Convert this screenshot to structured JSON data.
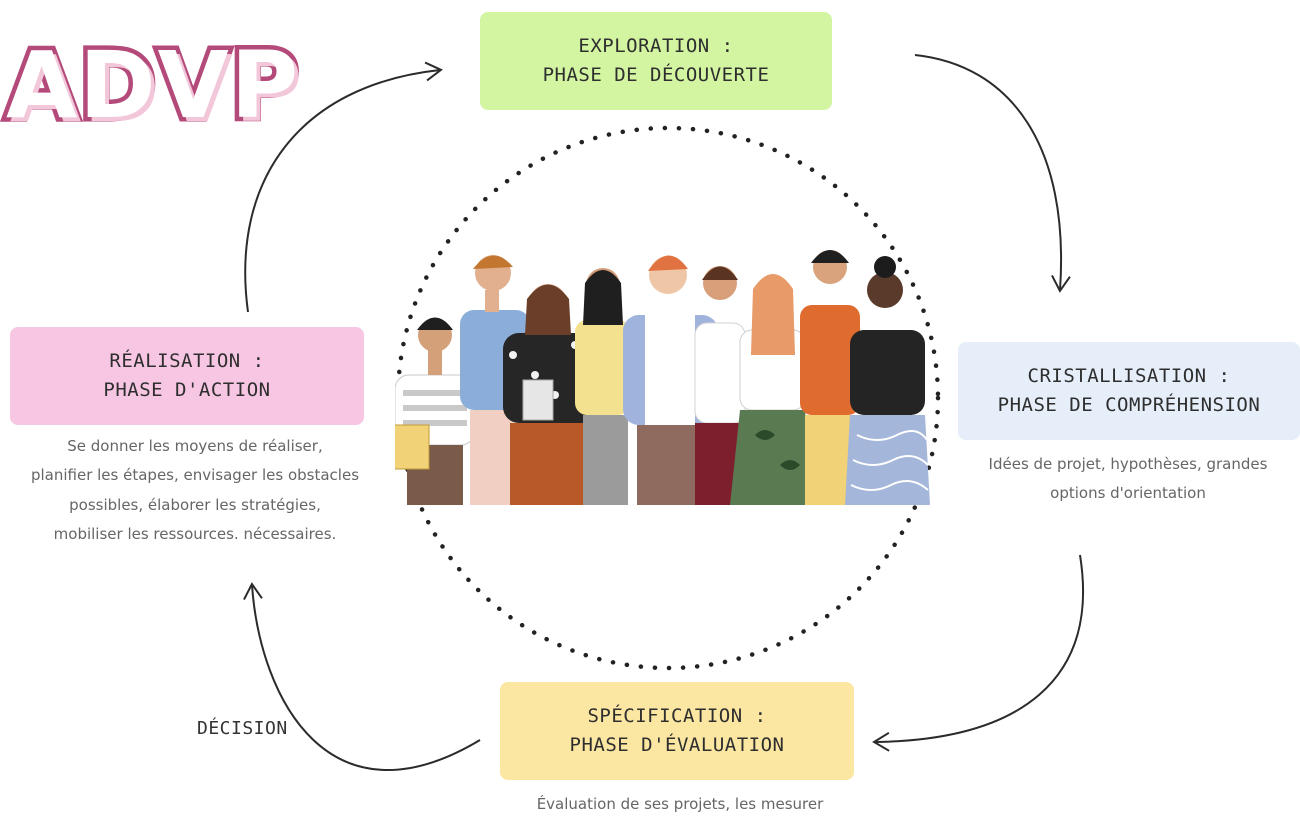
{
  "logo": {
    "text": "ADVP"
  },
  "phases": {
    "exploration": {
      "title": "EXPLORATION :",
      "subtitle": "PHASE DE DÉCOUVERTE",
      "color": "#d3f5a2"
    },
    "cristallisation": {
      "title": "CRISTALLISATION :",
      "subtitle": "PHASE DE COMPRÉHENSION",
      "color": "#e5eef9",
      "description_lines": [
        "Idées de projet, hypothèses, grandes",
        "options d'orientation"
      ]
    },
    "specification": {
      "title": "SPÉCIFICATION :",
      "subtitle": "PHASE D'ÉVALUATION",
      "color": "#fbe6a2",
      "description_lines": [
        "Évaluation de ses projets, les mesurer"
      ]
    },
    "realisation": {
      "title": "RÉALISATION :",
      "subtitle": "PHASE D'ACTION",
      "color": "#f7c6e2",
      "description_lines": [
        "Se donner les moyens de réaliser,",
        "planifier les étapes, envisager les obstacles",
        "possibles, élaborer les stratégies,",
        "mobiliser les ressources. nécessaires."
      ]
    }
  },
  "decision_label": "DÉCISION",
  "center_image": {
    "icon": "group-of-young-people-illustration"
  },
  "colors": {
    "logo_stroke": "#b34a79",
    "logo_shadow": "#f3c7da",
    "arrow": "#2b2b2b"
  }
}
